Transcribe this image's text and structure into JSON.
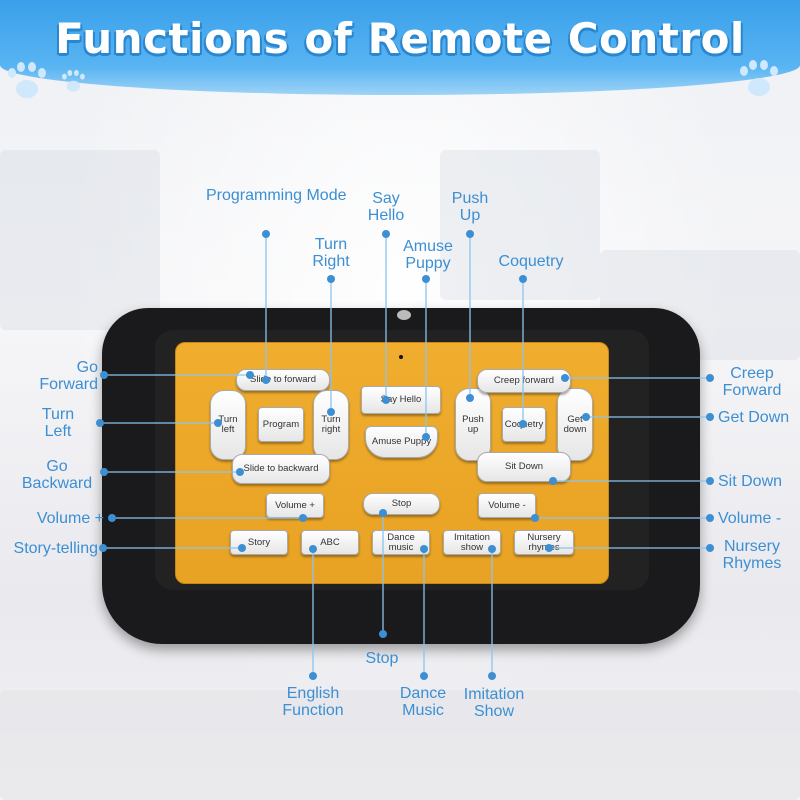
{
  "title": "Functions of Remote Control",
  "colors": {
    "banner": "#3aa0ea",
    "callout_text": "#3c8fd3",
    "panel": "#f0ad2e",
    "remote_body": "#1a1a1c"
  },
  "icons": [
    "paw-print-icon"
  ],
  "buttons": {
    "slide_forward": "Slide to forward",
    "turn_left": "Turn left",
    "program": "Program",
    "turn_right": "Turn right",
    "say_hello": "Say Hello",
    "amuse_puppy": "Amuse Puppy",
    "push_up": "Push up",
    "coquetry": "Coquetry",
    "get_down": "Get down",
    "creep_forward": "Creep forward",
    "slide_backward": "Slide to backward",
    "sit_down": "Sit Down",
    "volume_up": "Volume +",
    "stop": "Stop",
    "volume_down": "Volume -",
    "story": "Story",
    "abc": "ABC",
    "dance_music": "Dance music",
    "imitation_show": "Imitation show",
    "nursery_rhymes": "Nursery rhymes"
  },
  "callouts": {
    "programming_mode": "Programming Mode",
    "say_hello": "Say Hello",
    "push_up": "Push Up",
    "turn_right": "Turn Right",
    "amuse_puppy": "Amuse Puppy",
    "coquetry": "Coquetry",
    "go_forward": "Go Forward",
    "turn_left": "Turn Left",
    "go_backward": "Go Backward",
    "volume_plus": "Volume +",
    "story_telling": "Story-telling",
    "creep_forward": "Creep Forward",
    "get_down": "Get Down",
    "sit_down": "Sit Down",
    "volume_minus": "Volume -",
    "nursery_rhymes": "Nursery Rhymes",
    "stop": "Stop",
    "english_function": "English Function",
    "dance_music": "Dance Music",
    "imitation_show": "Imitation Show"
  }
}
